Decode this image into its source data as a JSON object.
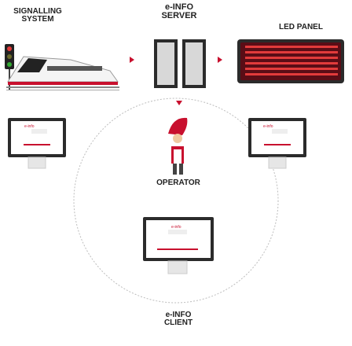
{
  "labels": {
    "signalling_line1": "SIGNALLING",
    "signalling_line2": "SYSTEM",
    "server_line1": "e-INFO",
    "server_line2": "SERVER",
    "led_panel": "LED PANEL",
    "operator": "OPERATOR",
    "client_line1": "e-INFO",
    "client_line2": "CLIENT"
  },
  "screens": {
    "logo_text": "e-info"
  },
  "colors": {
    "accent_red": "#c8102e",
    "led_panel_bg": "#5a0d16",
    "led_text": "#e23b3b",
    "server_dark": "#2b2b2b",
    "server_light": "#d8d8d8",
    "dashed_line": "#bdbdbd"
  },
  "icons": [
    "traffic-light-icon",
    "train-icon",
    "server-tower-icon",
    "led-display-icon",
    "monitor-icon",
    "operator-person-icon",
    "arrow-right-icon",
    "arrow-down-icon"
  ]
}
